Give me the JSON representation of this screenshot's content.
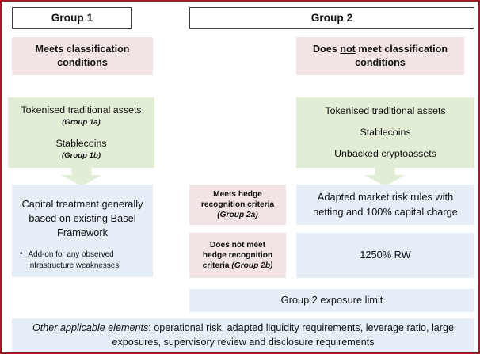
{
  "figure": {
    "border_color": "#9e1b22",
    "palette": {
      "pink": "#f2e3e4",
      "green": "#e2edd5",
      "blue": "#e6eff7",
      "header_border": "#404040"
    }
  },
  "columns": {
    "group1": {
      "title": "Group 1"
    },
    "group2": {
      "title": "Group 2"
    }
  },
  "classification": {
    "group1": "Meets classification conditions",
    "group2_pre": "Does ",
    "group2_em": "not",
    "group2_post": " meet classification conditions"
  },
  "assets": {
    "group1": [
      {
        "label": "Tokenised traditional assets",
        "sub": "(Group 1a)"
      },
      {
        "label": "Stablecoins",
        "sub": "(Group 1b)"
      }
    ],
    "group2": [
      {
        "label": "Tokenised traditional assets",
        "sub": ""
      },
      {
        "label": "Stablecoins",
        "sub": ""
      },
      {
        "label": "Unbacked cryptoassets",
        "sub": ""
      }
    ]
  },
  "treatments": {
    "group1": {
      "headline": "Capital treatment generally based on existing Basel Framework",
      "bullet": "Add-on for any observed infrastructure weaknesses",
      "bullet_glyph": "•"
    },
    "group2a": {
      "criteria": "Meets hedge recognition criteria",
      "criteria_sub": "(Group 2a)",
      "rule": "Adapted market risk rules with netting and 100% capital charge"
    },
    "group2b": {
      "criteria_line1": "Does not meet",
      "criteria_line2": "hedge recognition",
      "criteria_line3": "criteria ",
      "criteria_sub": "(Group 2b)",
      "rule": "1250% RW"
    },
    "exposure_limit": "Group 2 exposure limit"
  },
  "footer": {
    "lead": "Other applicable elements",
    "rest": ": operational risk, adapted liquidity requirements, leverage ratio, large exposures, supervisory review and disclosure requirements"
  }
}
